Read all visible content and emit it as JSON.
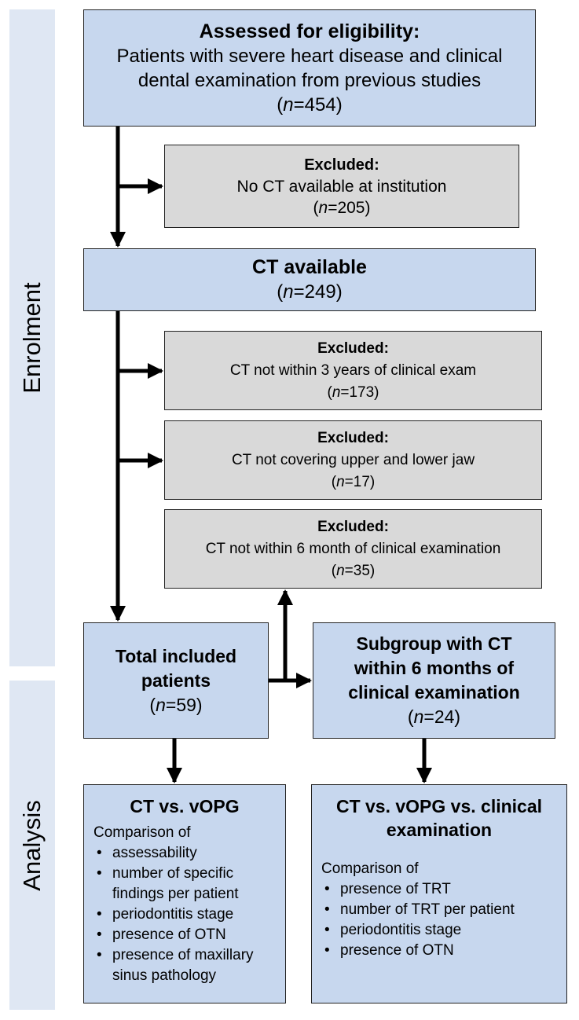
{
  "phases": {
    "enrolment": "Enrolment",
    "analysis": "Analysis"
  },
  "assessed": {
    "title": "Assessed for eligibility:",
    "line1": "Patients with severe heart disease and clinical",
    "line2": "dental examination from previous studies",
    "n_prefix": "(",
    "n_symbol": "n",
    "n_value": "=454)"
  },
  "excluded_1": {
    "title": "Excluded:",
    "reason": "No CT available at institution",
    "n_prefix": "(",
    "n_symbol": "n",
    "n_value": "=205)"
  },
  "ct_available": {
    "title": "CT available",
    "n_prefix": "(",
    "n_symbol": "n",
    "n_value": "=249)"
  },
  "excluded_2": {
    "title": "Excluded:",
    "reason": "CT not within 3 years of clinical exam",
    "n_prefix": "(",
    "n_symbol": "n",
    "n_value": "=173)"
  },
  "excluded_3": {
    "title": "Excluded:",
    "reason": "CT not covering upper and lower jaw",
    "n_prefix": "(",
    "n_symbol": "n",
    "n_value": "=17)"
  },
  "excluded_4": {
    "title": "Excluded:",
    "reason": "CT not within 6 month of clinical examination",
    "n_prefix": "(",
    "n_symbol": "n",
    "n_value": "=35)"
  },
  "total_included": {
    "line1": "Total included",
    "line2": "patients",
    "n_prefix": "(",
    "n_symbol": "n",
    "n_value": "=59)"
  },
  "subgroup": {
    "line1": "Subgroup with CT",
    "line2": "within 6 months of",
    "line3": "clinical examination",
    "n_prefix": "(",
    "n_symbol": "n",
    "n_value": "=24)"
  },
  "analysis_left": {
    "title": "CT vs. vOPG",
    "intro": "Comparison of",
    "items": [
      "assessability",
      "number of specific findings per patient",
      "periodontitis stage",
      "presence of OTN",
      "presence of maxillary sinus pathology"
    ]
  },
  "analysis_right": {
    "title": "CT vs. vOPG vs. clinical examination",
    "intro": "Comparison of",
    "items": [
      "presence of TRT",
      "number of TRT per patient",
      "periodontitis stage",
      "presence of OTN"
    ]
  }
}
